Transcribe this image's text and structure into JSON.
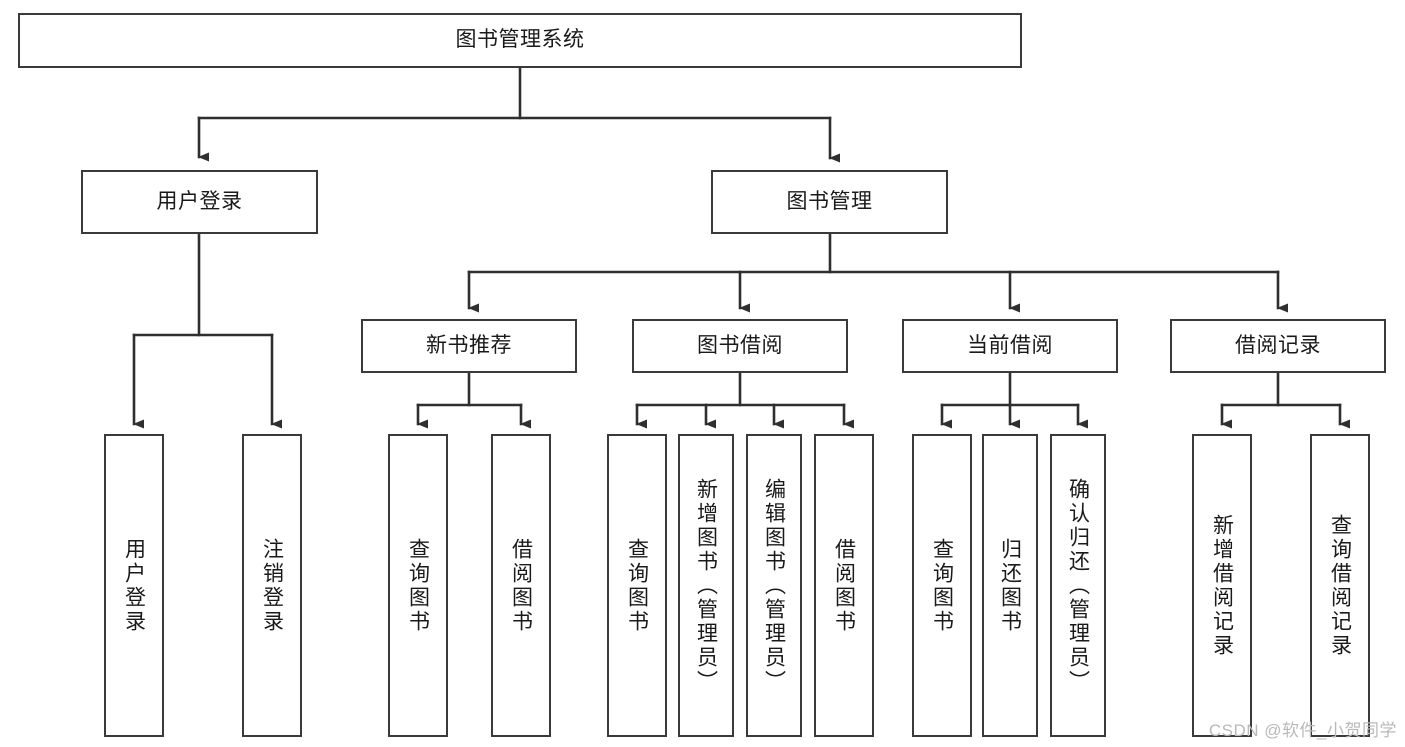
{
  "diagram": {
    "title": "图书管理系统",
    "type": "tree-hierarchy",
    "watermark": "CSDN @软件_小贺同学",
    "colors": {
      "background": "#ffffff",
      "box_border": "#3a3a3a",
      "connector": "#2f2f2f",
      "text": "#1a1a1a",
      "watermark": "#b9b9b9"
    },
    "root": {
      "label": "图书管理系统"
    },
    "level2": [
      {
        "id": "user-login",
        "label": "用户登录"
      },
      {
        "id": "book-manage",
        "label": "图书管理"
      }
    ],
    "level3": [
      {
        "id": "new-book-recommend",
        "label": "新书推荐",
        "parent": "book-manage"
      },
      {
        "id": "book-borrow",
        "label": "图书借阅",
        "parent": "book-manage"
      },
      {
        "id": "current-borrow",
        "label": "当前借阅",
        "parent": "book-manage"
      },
      {
        "id": "borrow-record",
        "label": "借阅记录",
        "parent": "book-manage"
      }
    ],
    "leaves": {
      "user-login": [
        {
          "id": "leaf-user-login",
          "label": "用户登录"
        },
        {
          "id": "leaf-user-logout",
          "label": "注销登录"
        }
      ],
      "new-book-recommend": [
        {
          "id": "leaf-query-book-1",
          "label": "查询图书"
        },
        {
          "id": "leaf-borrow-book-1",
          "label": "借阅图书"
        }
      ],
      "book-borrow": [
        {
          "id": "leaf-query-book-2",
          "label": "查询图书"
        },
        {
          "id": "leaf-add-book",
          "label": "新增图书（管理员）"
        },
        {
          "id": "leaf-edit-book",
          "label": "编辑图书（管理员）"
        },
        {
          "id": "leaf-borrow-book-2",
          "label": "借阅图书"
        }
      ],
      "current-borrow": [
        {
          "id": "leaf-query-book-3",
          "label": "查询图书"
        },
        {
          "id": "leaf-return-book",
          "label": "归还图书"
        },
        {
          "id": "leaf-confirm-return",
          "label": "确认归还（管理员）"
        }
      ],
      "borrow-record": [
        {
          "id": "leaf-add-record",
          "label": "新增借阅记录"
        },
        {
          "id": "leaf-query-record",
          "label": "查询借阅记录"
        }
      ]
    }
  }
}
